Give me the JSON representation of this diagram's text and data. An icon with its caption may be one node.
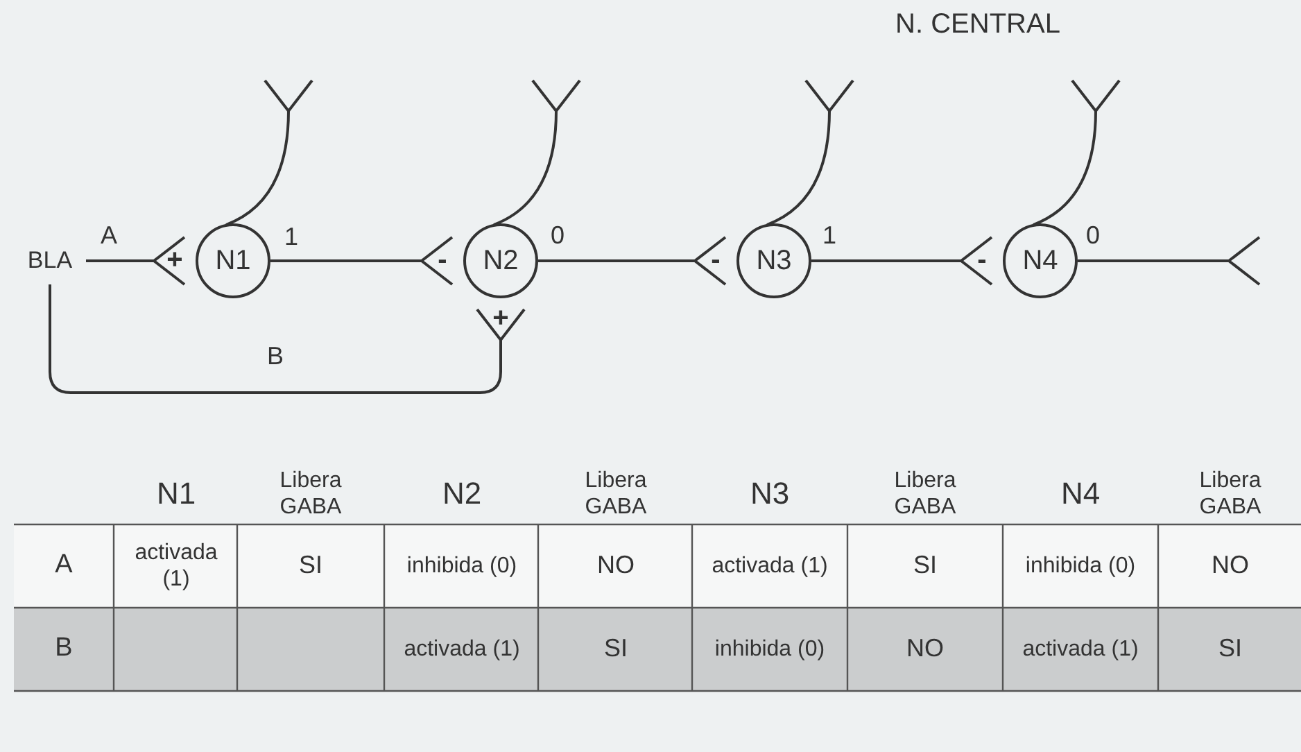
{
  "diagram": {
    "nodes": [
      {
        "text": [
          "BLA"
        ]
      },
      {
        "text": [
          "N1"
        ],
        "beside": [
          "1"
        ]
      },
      {
        "text": [
          "N2"
        ],
        "beside": [
          "0"
        ]
      },
      {
        "text": [
          "N3"
        ],
        "beside": [
          "1"
        ]
      },
      {
        "text": [
          "N4"
        ],
        "beside": [
          "0"
        ]
      }
    ],
    "edges": [
      {
        "from": 0,
        "to": 1,
        "arrow": "other",
        "label": "A"
      },
      {
        "from": 0,
        "to": 2,
        "arrow": "other",
        "label": "B"
      },
      {
        "from": 1,
        "to": 2,
        "arrow": "other"
      },
      {
        "from": 2,
        "to": 3,
        "arrow": "other"
      },
      {
        "from": 3,
        "to": 4,
        "arrow": "other"
      },
      {
        "from": 4,
        "to": null,
        "arrow": "other"
      },
      {
        "from": 1,
        "to": null,
        "arrow": "other"
      },
      {
        "from": 2,
        "to": null,
        "arrow": "other"
      },
      {
        "from": 3,
        "to": null,
        "arrow": "other"
      },
      {
        "from": 4,
        "to": null,
        "arrow": "other"
      }
    ],
    "labels": [
      "N. CENTRAL",
      "+",
      "-",
      "-",
      "-",
      "+",
      "N1",
      "Libera GABA",
      "N2",
      "Libera GABA",
      "N3",
      "Libera GABA",
      "N4",
      "Libera GABA",
      "A",
      "activada (1)",
      "SI",
      "inhibida (0)",
      "NO",
      "activada (1)",
      "SI",
      "inhibida (0)",
      "NO",
      "B",
      "activada (1)",
      "SI",
      "inhibida (0)",
      "NO",
      "activada (1)",
      "SI"
    ]
  }
}
